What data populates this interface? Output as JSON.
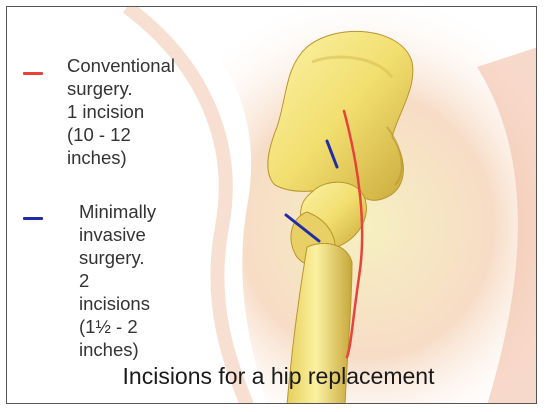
{
  "legend": {
    "conventional": {
      "color": "#e8433a",
      "text": "Conventional\nsurgery.\n1 incision\n(10 - 12 inches)"
    },
    "minimally_invasive": {
      "color": "#1f2ea8",
      "text": "Minimally\ninvasive\nsurgery.\n2 incisions\n(1½ - 2 inches)"
    }
  },
  "caption": "Incisions for a hip replacement",
  "colors": {
    "bone": "#f2e27a",
    "bone_shadow": "#c9a93a",
    "skin": "#f3cdb3",
    "incision_red": "#e8433a",
    "incision_blue": "#1f2ea8"
  }
}
